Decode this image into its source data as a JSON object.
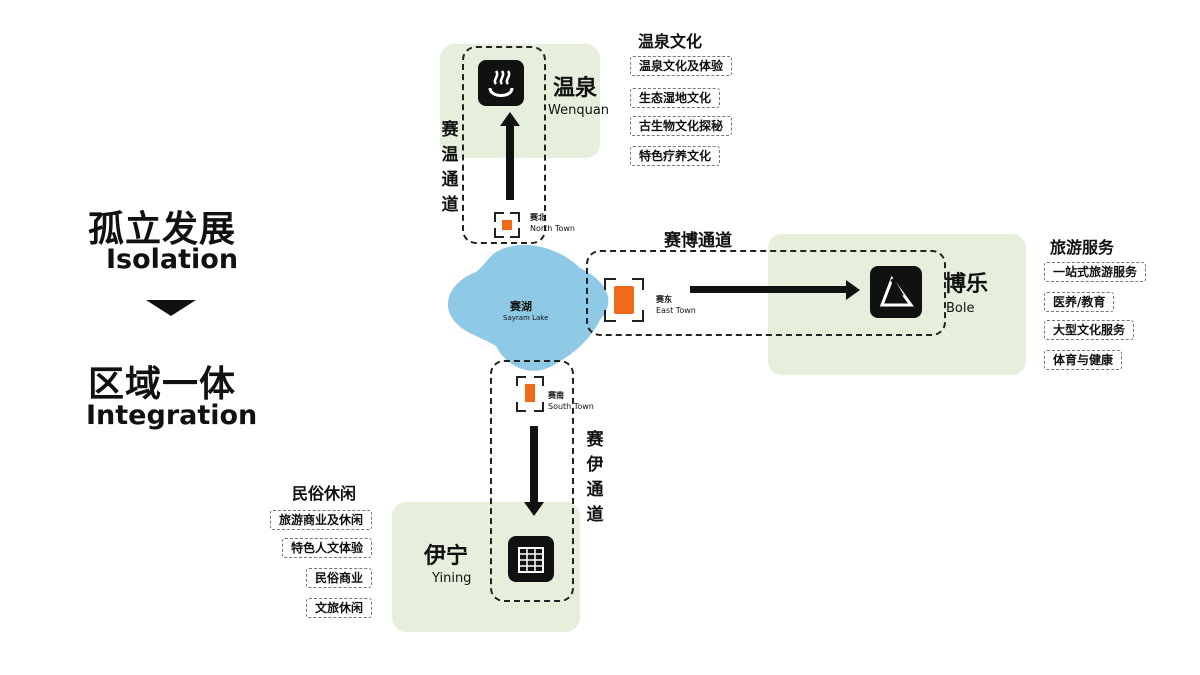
{
  "left_panel": {
    "isolation_zh": "孤立发展",
    "isolation_en": "Isolation",
    "integration_zh": "区域一体",
    "integration_en": "Integration"
  },
  "lake": {
    "zh": "赛湖",
    "en": "Sayram Lake"
  },
  "towns": {
    "north": {
      "zh": "赛北",
      "en": "North Town"
    },
    "east": {
      "zh": "赛东",
      "en": "East Town"
    },
    "south": {
      "zh": "赛南",
      "en": "South Town"
    }
  },
  "corridors": {
    "sai_wen": "赛温通道",
    "sai_bo": "赛博通道",
    "sai_yi": "赛伊通道"
  },
  "cities": {
    "wenquan": {
      "zh": "温泉",
      "en": "Wenquan",
      "icon": "hot-spring-icon"
    },
    "bole": {
      "zh": "博乐",
      "en": "Bole",
      "icon": "triangle-logo-icon"
    },
    "yining": {
      "zh": "伊宁",
      "en": "Yining",
      "icon": "building-icon"
    }
  },
  "categories": {
    "wenquan": {
      "title": "温泉文化",
      "items": [
        "温泉文化及体验",
        "生态湿地文化",
        "古生物文化探秘",
        "特色疗养文化"
      ]
    },
    "bole": {
      "title": "旅游服务",
      "items": [
        "一站式旅游服务",
        "医养/教育",
        "大型文化服务",
        "体育与健康"
      ]
    },
    "yining": {
      "title": "民俗休闲",
      "items": [
        "旅游商业及休闲",
        "特色人文体验",
        "民俗商业",
        "文旅休闲"
      ]
    }
  },
  "colors": {
    "green_zone": "#e6efdc",
    "lake": "#8ec9e6",
    "town_marker": "#f06a1c",
    "dark": "#111111"
  }
}
